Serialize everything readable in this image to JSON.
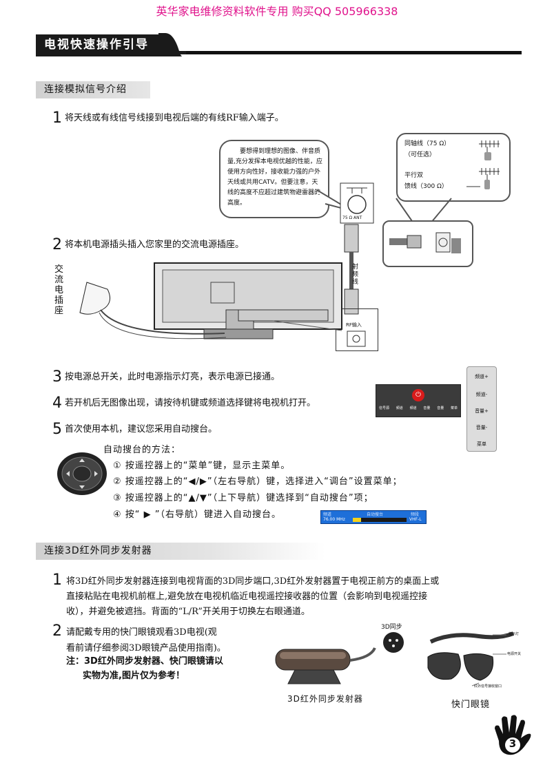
{
  "watermark": "英华家电维修资料软件专用 购买QQ 505966338",
  "page_title": "电视快速操作引导",
  "section1": {
    "heading": "连接模拟信号介绍",
    "step1": {
      "num": "1",
      "text": "将天线或有线信号线接到电视后端的有线RF输入端子。"
    },
    "bubble_text": "要想得到理想的图像、伴音质量,充分发挥本电视优越的性能，应使用方向性好，接收能力强的户外天线或共用CATV。但要注意，天线的高度不应超过建筑物避雷器的高度。",
    "coax_label": "同轴线（75 Ω）",
    "coax_optional": "（可任选）",
    "twin_label_1": "平行双",
    "twin_label_2": "馈线（300 Ω）",
    "ant_label": "75 Ω ANT",
    "rf_cable_label": "射频线",
    "rf_input_label": "RF输入",
    "ac_label": "交流电插座",
    "step2": {
      "num": "2",
      "text": "将本机电源插头插入您家里的交流电源插座。"
    },
    "step3": {
      "num": "3",
      "text": "按电源总开关，此时电源指示灯亮，表示电源已接通。"
    },
    "step4": {
      "num": "4",
      "text": "若开机后无图像出现，请按待机键或频道选择键将电视机打开。"
    },
    "step5": {
      "num": "5",
      "text": "首次使用本机，建议您采用自动搜台。"
    },
    "side_buttons": [
      "频道+",
      "频道-",
      "音量+",
      "音量-",
      "菜单"
    ],
    "panel_buttons": [
      "信号源",
      "频道",
      "频道",
      "音量",
      "音量",
      "菜单"
    ],
    "auto_title": "自动搜台的方法：",
    "auto_steps": [
      "① 按遥控器上的“菜单”键，显示主菜单。",
      "② 按遥控器上的“◀/▶”（左右导航）键，选择进入“调台”设置菜单；",
      "③ 按遥控器上的“▲/▼”（上下导航）键选择到“自动搜台”项；",
      "④ 按“ ▶ ”（右导航）键进入自动搜台。"
    ],
    "scan_bar": {
      "left": "频道",
      "center": "自动搜台",
      "right": "频段",
      "freq": "76.00 MHz",
      "band": "VHF-L",
      "progress": 0.15
    }
  },
  "section2": {
    "heading": "连接3D红外同步发射器",
    "step1": {
      "num": "1",
      "lines": [
        "将3D红外同步发射器连接到电视背面的3D同步端口,3D红外发射器置于电视正前方的桌面上或",
        "直接粘贴在电视机前框上,避免放在电视机临近电视遥控接收器的位置（会影响到电视遥控接",
        "收），并避免被遮挡。背面的“L/R”开关用于切换左右眼通道。"
      ]
    },
    "step2": {
      "num": "2",
      "lines": [
        "请配戴专用的快门眼镜观看3D电视(观",
        "看前请仔细参阅3D眼镜产品使用指南)。"
      ]
    },
    "note_lines": [
      "注：3D红外同步发射器、快门眼镜请以",
      "实物为准,图片仅为参考！"
    ],
    "sync_label": "3D同步",
    "emitter_caption": "3D红外同步发射器",
    "glasses_caption": "快门眼镜",
    "glasses_callouts": [
      "指示灯",
      "电源开关",
      "红外信号接收窗口"
    ]
  },
  "page_number": "3"
}
